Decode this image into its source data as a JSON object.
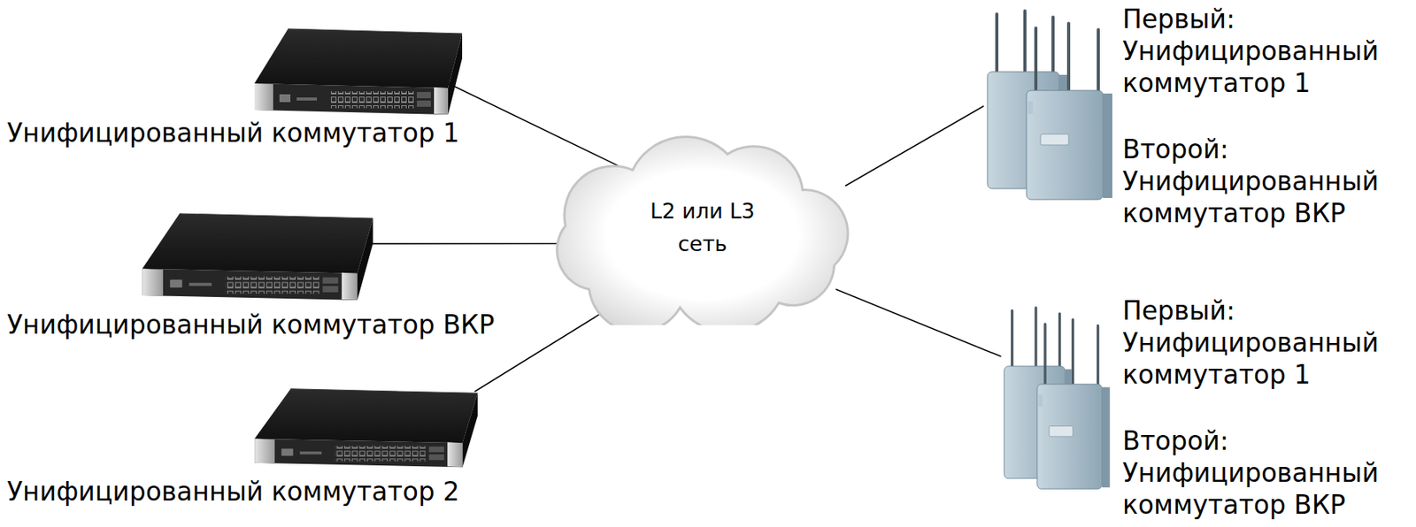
{
  "diagram": {
    "nodes": [
      {
        "text": [
          "Унифицированный коммутатор 1"
        ]
      },
      {
        "text": [
          "Унифицированный коммутатор ВКР"
        ]
      },
      {
        "text": [
          "Унифицированный коммутатор 2"
        ]
      },
      {
        "text": [
          "L2 или L3 сеть"
        ]
      },
      {
        "text": [
          "Первый:",
          "Унифицированный коммутатор 1",
          "Второй:",
          "Унифицированный коммутатор ВКР"
        ]
      },
      {
        "text": [
          "Первый:",
          "Унифицированный коммутатор 1",
          "Второй:",
          "Унифицированный коммутатор ВКР"
        ]
      }
    ],
    "edges": [
      {
        "from": 0,
        "to": 3,
        "arrow": "none"
      },
      {
        "from": 1,
        "to": 3,
        "arrow": "none"
      },
      {
        "from": 2,
        "to": 3,
        "arrow": "none"
      },
      {
        "from": 3,
        "to": 4,
        "arrow": "none"
      },
      {
        "from": 3,
        "to": 5,
        "arrow": "none"
      }
    ]
  }
}
